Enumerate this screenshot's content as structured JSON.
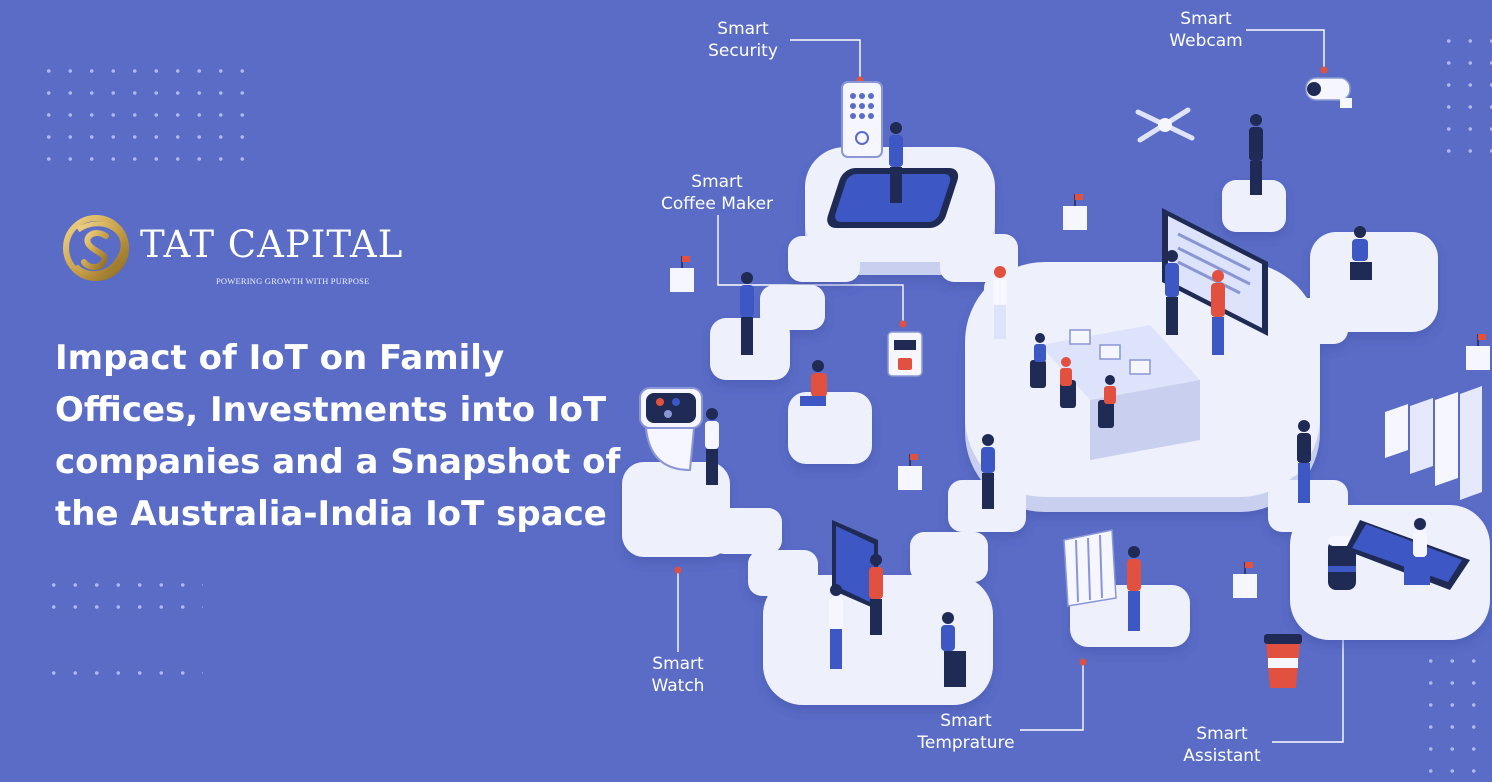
{
  "brand": {
    "name": "TAT CAPITAL",
    "tagline": "POWERING GROWTH WITH PURPOSE"
  },
  "headline": {
    "lines": [
      "Impact of IoT on Family",
      "Offices, Investments into IoT",
      "companies and a Snapshot of",
      "the Australia-India IoT space"
    ]
  },
  "callouts": {
    "security": [
      "Smart",
      "Security"
    ],
    "webcam": [
      "Smart",
      "Webcam"
    ],
    "coffee_maker": [
      "Smart",
      "Coffee Maker"
    ],
    "watch": [
      "Smart",
      "Watch"
    ],
    "temperature": [
      "Smart",
      "Temprature"
    ],
    "assistant": [
      "Smart",
      "Assistant"
    ]
  },
  "colors": {
    "background": "#5a6cc6",
    "platform": "#eef0fb",
    "platform_shadow": "#c5cbec",
    "accent_red": "#e2513f",
    "accent_blue": "#3d57c4",
    "logo_gold": "#c9a24a"
  }
}
